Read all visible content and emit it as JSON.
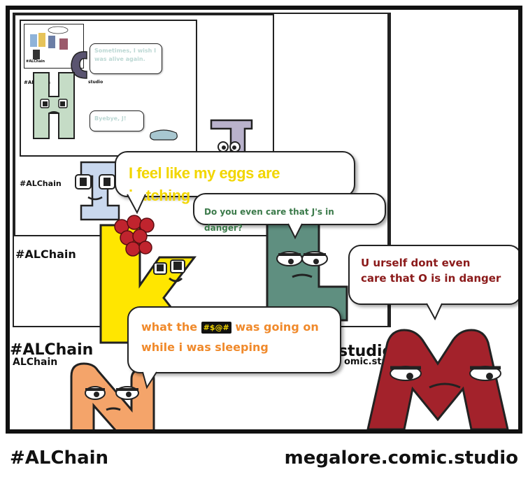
{
  "footer": {
    "hashtag": "#ALChain",
    "site": "megalore.comic.studio"
  },
  "nested_panels": {
    "outer_caption": "#ALChain",
    "outer_caption_small": "ALChain",
    "outer_site": "studio",
    "outer_site_small": "omic.stu",
    "mid_caption": "#ALChain",
    "inner_caption": "#ALChain",
    "inner_bubble_1": "Sometimes, I wish I was alive again.",
    "inner_bubble_2": "Byebye, J!",
    "tiny_caption": "#ALChain",
    "tiny_site": "studio"
  },
  "bubbles": {
    "eggs": "I feel like my eggs are hatching",
    "danger": "Do you even care that J's in danger?",
    "urself_line1": "U urself dont even",
    "urself_line2": "care that O is in danger",
    "what_part1": "what the",
    "censored": "#$@#",
    "what_part2": "was going on",
    "what_line2": "while i was sleeping"
  },
  "colors": {
    "eggs_text": "#f2d600",
    "danger_text": "#3b7a4a",
    "urself_text": "#8b1a1a",
    "what_text": "#f08a2c",
    "letter_k": "#ffe600",
    "letter_l": "#5f8f80",
    "letter_m": "#a3222b",
    "letter_n": "#f4a46a",
    "letter_i": "#c9d8ee",
    "letter_h": "#c5dcc6",
    "letter_j": "#b9b2cc"
  }
}
